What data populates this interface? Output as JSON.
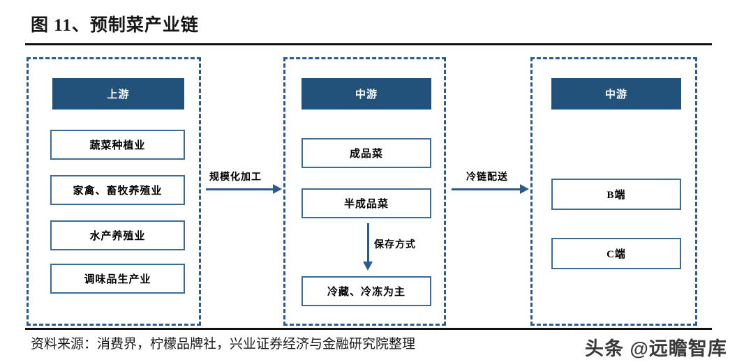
{
  "figure": {
    "title": "图 11、预制菜产业链",
    "source_note": "资料来源：消费界，柠檬品牌社，兴业证券经济与金融研究院整理",
    "watermark": "头条 @远瞻智库"
  },
  "colors": {
    "header_fill": "#22517a",
    "box_border": "#3c6b96",
    "dashed_border": "#2b5b8c",
    "arrow": "#2b5b8c",
    "rule": "#111111",
    "header_text": "#ffffff",
    "body_text": "#000000"
  },
  "stages": [
    {
      "key": "upstream",
      "header": "上游",
      "nodes": [
        "蔬菜种植业",
        "家禽、畜牧养殖业",
        "水产养殖业",
        "调味品生产业"
      ]
    },
    {
      "key": "midstream",
      "header": "中游",
      "nodes": [
        "成品菜",
        "半成品菜",
        "冷藏、冷冻为主"
      ]
    },
    {
      "key": "downstream",
      "header": "中游",
      "nodes": [
        "B端",
        "C端"
      ]
    }
  ],
  "connectors": [
    {
      "key": "upstream-to-midstream",
      "label": "规模化加工",
      "direction": "right"
    },
    {
      "key": "midstream-to-downstream",
      "label": "冷链配送",
      "direction": "right"
    },
    {
      "key": "halfdish-to-storage",
      "label": "保存方式",
      "direction": "down"
    }
  ]
}
